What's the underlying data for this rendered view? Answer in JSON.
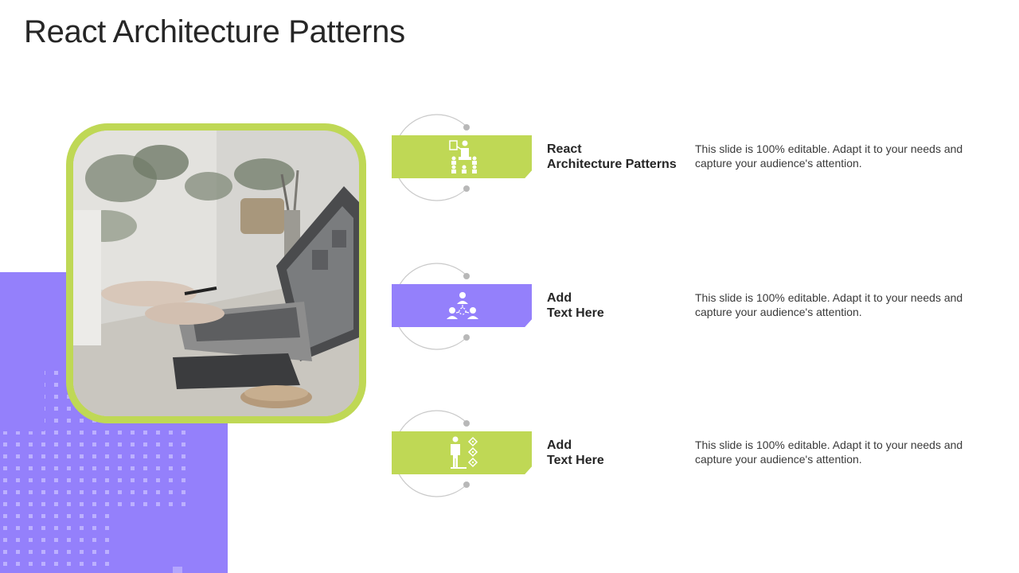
{
  "page": {
    "title": "React Architecture Patterns"
  },
  "colors": {
    "accent_green": "#bfd855",
    "accent_purple": "#9480fb",
    "title_text": "#262626",
    "body_text": "#3a3a3a"
  },
  "items": [
    {
      "label_line1": "React",
      "label_line2": "Architecture Patterns",
      "description": "This slide is 100% editable. Adapt it to your needs and capture your audience's attention.",
      "band_color": "green",
      "icon": "presenter-audience-icon"
    },
    {
      "label_line1": "Add",
      "label_line2": "Text Here",
      "description": "This slide is 100% editable. Adapt it to your needs and capture your audience's attention.",
      "band_color": "purple",
      "icon": "team-network-icon"
    },
    {
      "label_line1": "Add",
      "label_line2": "Text Here",
      "description": "This slide is 100% editable. Adapt it to your needs and capture your audience's attention.",
      "band_color": "green",
      "icon": "person-steps-icon"
    }
  ],
  "image": {
    "subject": "laptop-desk-photo"
  }
}
